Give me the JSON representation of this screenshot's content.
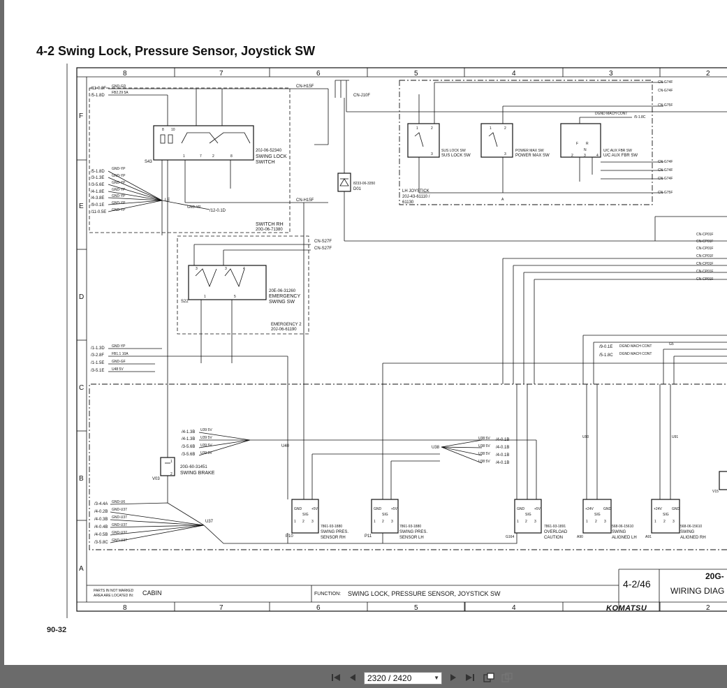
{
  "document": {
    "title": "4-2 Swing Lock, Pressure Sensor, Joystick SW",
    "page_number": "90-32"
  },
  "grid": {
    "columns": [
      "8",
      "7",
      "6",
      "5",
      "4",
      "3",
      "2"
    ],
    "rows": [
      "F",
      "E",
      "D",
      "C",
      "B",
      "A"
    ]
  },
  "components": {
    "swing_lock_switch": [
      "20J-06-52340",
      "SWING LOCK",
      "SWITCH"
    ],
    "switch_rh": [
      "SWITCH RH",
      "20G-06-71380"
    ],
    "s43": "S43",
    "emergency_swing_sw": [
      "20E-06-31260",
      "EMERGENCY",
      "SWING SW"
    ],
    "s22": "S22",
    "emergency_2": [
      "EMERGENCY 2",
      "20J-06-61190"
    ],
    "diode": [
      "8233-06-3350",
      "D01"
    ],
    "sus_lock_sw": [
      "SUS LOCK SW",
      "SUS LOCK SW"
    ],
    "power_max_sw": [
      "POWER MAX SW",
      "POWER MAX SW"
    ],
    "uc_aux_fbr_sw": [
      "U/C AUX FBR SW",
      "U/C AUX FBR SW"
    ],
    "lh_joystick": [
      "LH JOYSTICK",
      "20J-43-61110 /",
      "61130"
    ],
    "swing_brake": [
      "20G-60-31451",
      "SWING BRAKE"
    ],
    "v03": "V03",
    "swing_pres_rh": [
      "7861-93-1880",
      "SWING PRES.",
      "SENSOR RH"
    ],
    "p10": "P10",
    "swing_pres_lh": [
      "7861-93-1880",
      "SWING PRES.",
      "SENSOR LH"
    ],
    "p11": "P11",
    "overload_caution": [
      "7861-93-1891",
      "OVERLOAD",
      "CAUTION"
    ],
    "g164": "G164",
    "swing_aligned_lh": [
      "568-06-15610",
      "SWING",
      "ALIGNED LH"
    ],
    "a90": "A90",
    "swing_aligned_rh": [
      "568-06-15610",
      "SWING",
      "ALIGNED RH"
    ],
    "a91": "A91",
    "v15": "V15"
  },
  "connectors": {
    "cn_h15f_top": "CN-H15F",
    "cn_j10f": "CN-J10F",
    "cn_h15f_mid": "CN-H15F",
    "cn_s27f_a": "CN-S27F",
    "cn_s27f_b": "CN-S27F",
    "dgnd_mach_cont_top": "DGND MACH CONT",
    "dgnd_1_8c_top": "/5-1.8C",
    "dgnd_mach_cont_a": "DGND MACH CONT",
    "dgnd_mach_cont_b": "DGND MACH CONT",
    "dgnd_0_1e": "/9-0.1E",
    "dgnd_1_8c": "/5-1.8C",
    "g5": "G5",
    "right_side": [
      "CN-G74F",
      "CN-G74F",
      "CN-G75F",
      "CN-G74F",
      "CN-G74F",
      "CN-G74F",
      "CN-G75F",
      "CN-CP01F",
      "CN-CP01F",
      "CN-CP01F",
      "CN-CP01F",
      "CN-CP01F",
      "CN-CP01F",
      "CN-CP01F"
    ]
  },
  "wire_refs": {
    "top_left": [
      "/11-0.3F",
      "/5-1.8D"
    ],
    "top_left_labels": [
      "GND-GD",
      "FB2.29 5A"
    ],
    "e_left": [
      "/5-1.8D",
      "/3-1.3E",
      "/3-5.6E",
      "/4-1.8E",
      "/4-3.8E",
      "/9-0.1E",
      "/11-0.5E"
    ],
    "e_left_labels": [
      "GND-YP",
      "GND-YP",
      "GND-YP",
      "GND-YP",
      "GND-YP",
      "GND-YP",
      "GND-YP"
    ],
    "gnd_yp_12": "GND-YP",
    "ref_12_0_1d": "/12-0.1D",
    "le": "LE",
    "c_left": [
      "/1-1.3D",
      "/3-2.8F",
      "/1-1.5E",
      "/3-5.1E"
    ],
    "c_left_labels": [
      "GND-YP",
      "FB1.1 10A",
      "GND-GF",
      "U48 5V"
    ],
    "b_mid": [
      "/4-1.3B",
      "/4-1.3B",
      "/3-5.6B",
      "/3-5.6B"
    ],
    "b_mid_labels": [
      "U39 5V",
      "U39 5V",
      "U39 5V",
      "U39 5V"
    ],
    "u40": "U40",
    "u38": "U38",
    "b_right": [
      "/4-0.1B",
      "/4-0.1B",
      "/4-0.1B",
      "/4-0.1B"
    ],
    "b_right_labels": [
      "U38 5V",
      "U38 5V",
      "U38 5V",
      "U38 5V"
    ],
    "a_left": [
      "/3-4.4A",
      "/4-0.2B",
      "/4-0.3B",
      "/4-0.4B",
      "/4-0.5B",
      "/3-5.8C"
    ],
    "a_left_labels": [
      "GND-U6",
      "GND-U37",
      "GND-U37",
      "GND-U37",
      "GND-U37",
      "GND-U37"
    ],
    "u37": "U37",
    "u90": "U90",
    "u91": "U91"
  },
  "title_block": {
    "note": [
      "PARTS IN NOT MARKED",
      "AREA ARE LOCATED IN:"
    ],
    "location": "CABIN",
    "function_label": "FUNCTION:",
    "function_value": "SWING LOCK, PRESSURE SENSOR, JOYSTICK SW",
    "sheet": "4-2/46",
    "model": "20G-",
    "wiring": "WIRING DIAG",
    "brand": "KOMATSU"
  },
  "viewer": {
    "first_label": "First page",
    "prev_label": "Previous page",
    "page_field": "2320 / 2420",
    "next_label": "Next page",
    "last_label": "Last page",
    "icons": [
      "first-page-icon",
      "prev-page-icon",
      "dropdown-arrow-icon",
      "next-page-icon",
      "last-page-icon",
      "rotate-icon",
      "fit-page-icon"
    ]
  }
}
